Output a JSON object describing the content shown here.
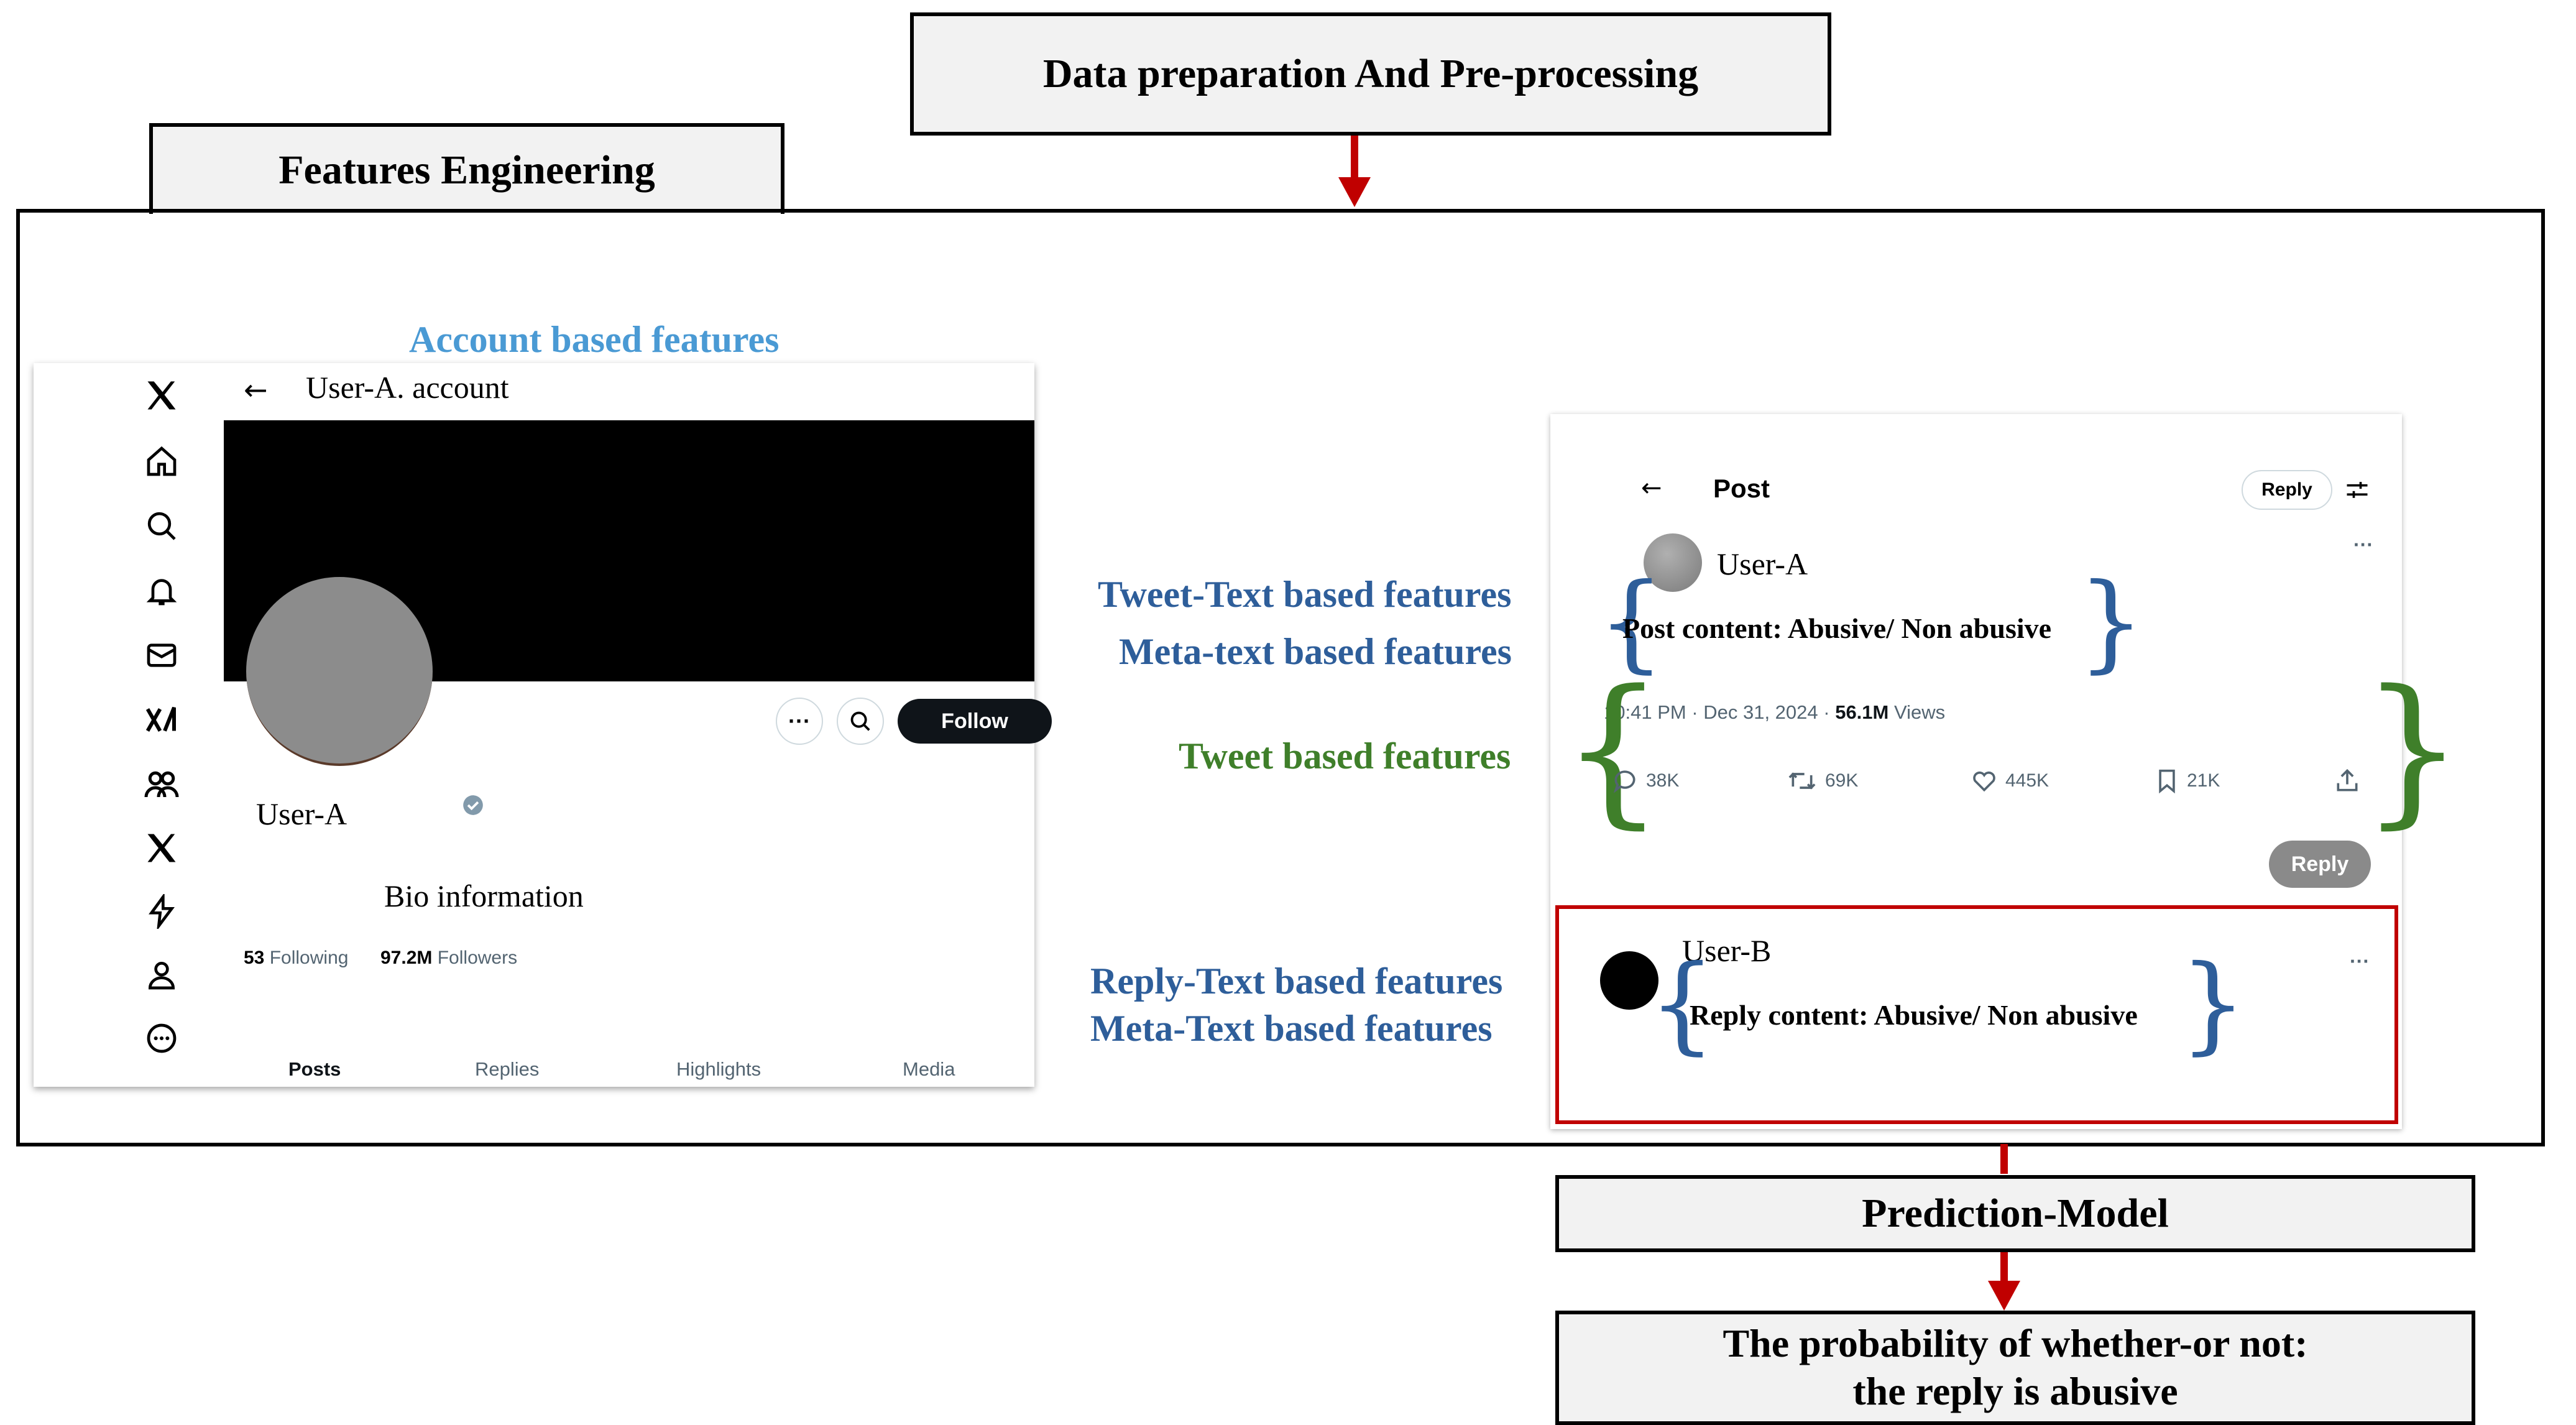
{
  "boxes": {
    "data_prep": "Data preparation And Pre-processing",
    "features": "Features Engineering",
    "prediction": "Prediction-Model",
    "probability_line1": "The probability of whether-or not:",
    "probability_line2": "the reply is abusive"
  },
  "labels": {
    "account": "Account based features",
    "tweet_text": "Tweet-Text based features",
    "meta_text": "Meta-text based features",
    "tweet": "Tweet based features",
    "reply_text": "Reply-Text based features",
    "meta_text_reply": "Meta-Text based features"
  },
  "profile": {
    "header_title": "User-A. account",
    "name": "User-A",
    "bio": "Bio information",
    "following_count": "53",
    "following_label": "Following",
    "followers_count": "97.2M",
    "followers_label": "Followers",
    "follow_button": "Follow",
    "tabs": [
      "Posts",
      "Replies",
      "Highlights",
      "Media"
    ],
    "colors": {
      "banner": "#000000",
      "avatar": "#8c8c8c",
      "follow_button_bg": "#0f1419"
    }
  },
  "post": {
    "header_title": "Post",
    "reply_button": "Reply",
    "user": "User-A",
    "content": "Post content: Abusive/ Non abusive",
    "meta_time": "10:41 PM · Dec 31, 2024 · ",
    "meta_views_count": "56.1M",
    "meta_views_label": " Views",
    "stats": {
      "replies": "38K",
      "retweets": "69K",
      "likes": "445K",
      "bookmarks": "21K"
    },
    "reply_button_2": "Reply",
    "more": "···"
  },
  "reply": {
    "user": "User-B",
    "content": "Reply content: Abusive/ Non abusive",
    "more": "···"
  },
  "colors": {
    "arrow": "#c00000",
    "reply_border": "#c00000"
  }
}
